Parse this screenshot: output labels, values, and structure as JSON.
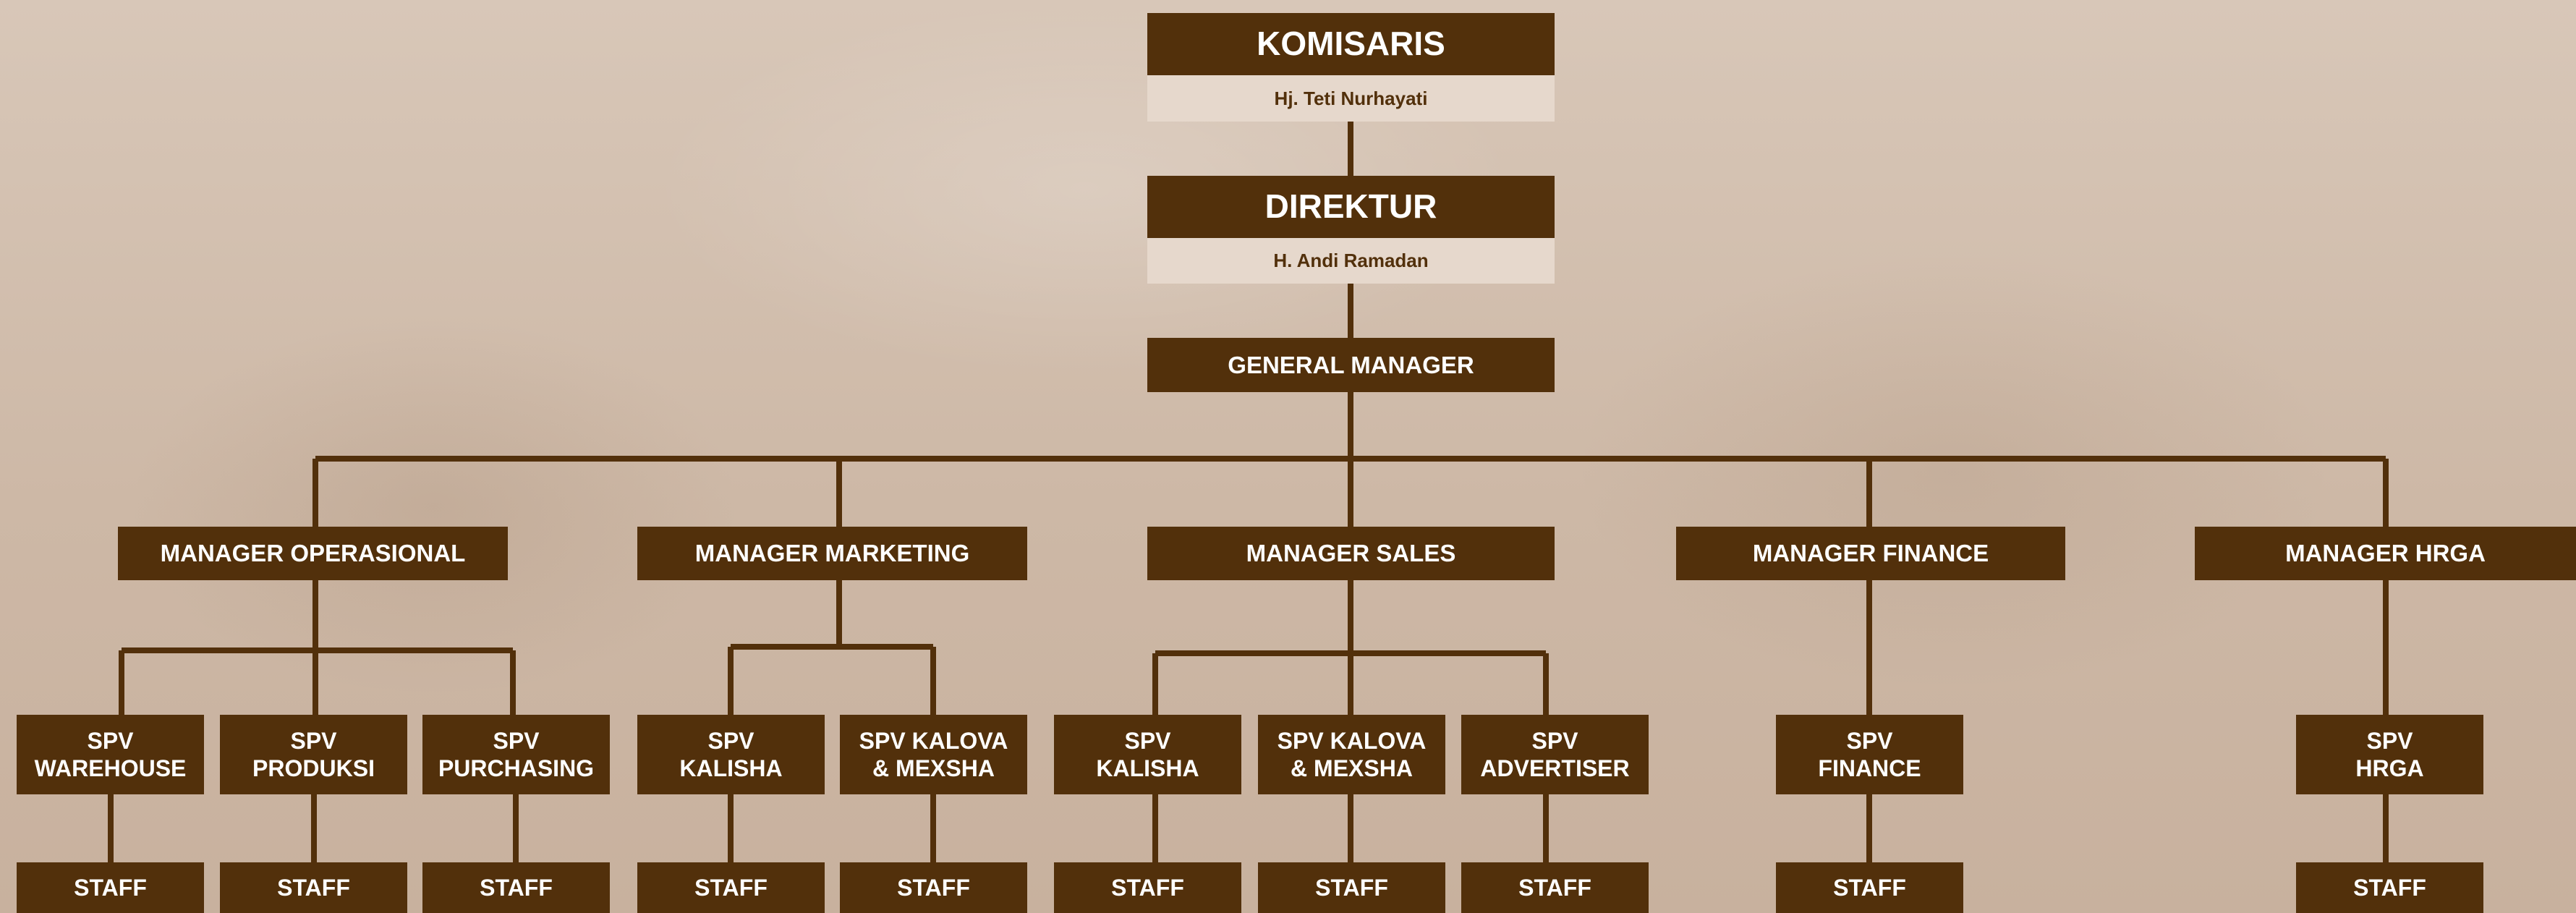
{
  "colors": {
    "box": "#52300b",
    "name_band": "#e6d8cc",
    "line": "#52300b"
  },
  "komisaris": {
    "title": "KOMISARIS",
    "name": "Hj. Teti Nurhayati"
  },
  "direktur": {
    "title": "DIREKTUR",
    "name": "H. Andi Ramadan"
  },
  "general_manager": {
    "title": "GENERAL MANAGER"
  },
  "managers": [
    {
      "title": "MANAGER OPERASIONAL",
      "spvs": [
        {
          "line1": "SPV",
          "line2": "WAREHOUSE",
          "staff": "STAFF"
        },
        {
          "line1": "SPV",
          "line2": "PRODUKSI",
          "staff": "STAFF"
        },
        {
          "line1": "SPV",
          "line2": "PURCHASING",
          "staff": "STAFF"
        }
      ]
    },
    {
      "title": "MANAGER MARKETING",
      "spvs": [
        {
          "line1": "SPV",
          "line2": "KALISHA",
          "staff": "STAFF"
        },
        {
          "line1": "SPV KALOVA",
          "line2": "& MEXSHA",
          "staff": "STAFF"
        }
      ]
    },
    {
      "title": "MANAGER SALES",
      "spvs": [
        {
          "line1": "SPV",
          "line2": "KALISHA",
          "staff": "STAFF"
        },
        {
          "line1": "SPV KALOVA",
          "line2": "& MEXSHA",
          "staff": "STAFF"
        },
        {
          "line1": "SPV",
          "line2": "ADVERTISER",
          "staff": "STAFF"
        }
      ]
    },
    {
      "title": "MANAGER FINANCE",
      "spvs": [
        {
          "line1": "SPV",
          "line2": "FINANCE",
          "staff": "STAFF"
        }
      ]
    },
    {
      "title": "MANAGER HRGA",
      "spvs": [
        {
          "line1": "SPV",
          "line2": "HRGA",
          "staff": "STAFF"
        }
      ]
    }
  ]
}
